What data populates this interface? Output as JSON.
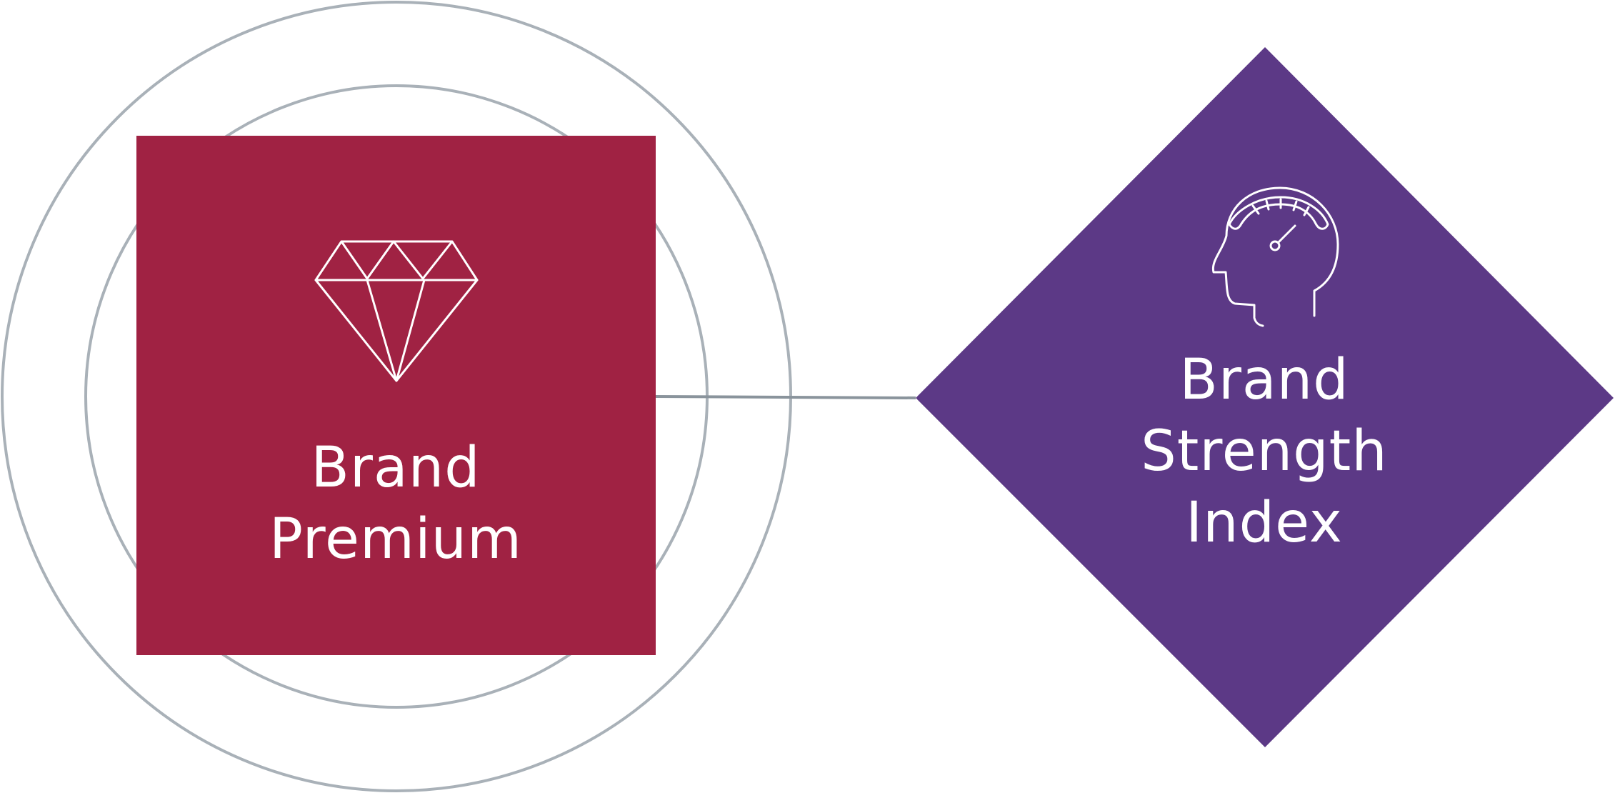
{
  "colors": {
    "circle_stroke": "#a9b1b8",
    "connector": "#8a949c",
    "premium_fill": "#a02243",
    "bsi_fill": "#5c3986",
    "icon_stroke": "#ffffff",
    "label_text": "#ffffff"
  },
  "premium": {
    "icon": "diamond-icon",
    "label_lines": [
      "Brand",
      "Premium"
    ]
  },
  "bsi": {
    "icon": "head-gauge-icon",
    "label_lines": [
      "Brand",
      "Strength",
      "Index"
    ]
  }
}
